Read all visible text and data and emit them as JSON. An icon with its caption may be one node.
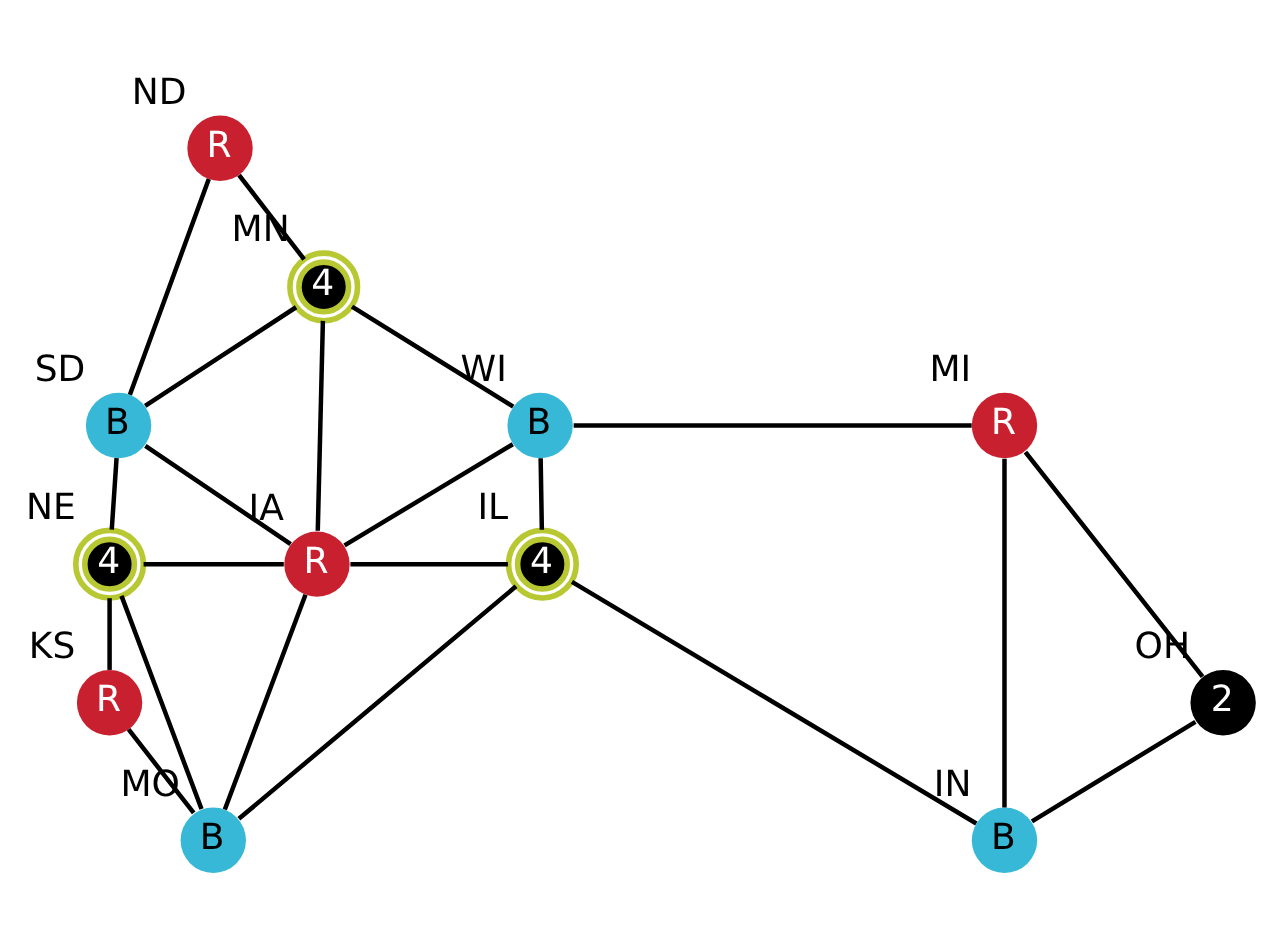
{
  "diagram": {
    "nodes": [
      {
        "text": [
          "R"
        ],
        "beside": [
          "ND"
        ]
      },
      {
        "text": [
          "4"
        ],
        "beside": [
          "MN"
        ]
      },
      {
        "text": [
          "B"
        ],
        "beside": [
          "SD"
        ]
      },
      {
        "text": [
          "B"
        ],
        "beside": [
          "WI"
        ]
      },
      {
        "text": [
          "R"
        ],
        "beside": [
          "MI"
        ]
      },
      {
        "text": [
          "R"
        ],
        "beside": [
          "IA"
        ]
      },
      {
        "text": [
          "2"
        ],
        "beside": [
          "OH"
        ]
      },
      {
        "text": [
          "4"
        ],
        "beside": [
          "NE"
        ]
      },
      {
        "text": [
          "4"
        ],
        "beside": [
          "IL"
        ]
      },
      {
        "text": [
          "B"
        ],
        "beside": [
          "MO"
        ]
      },
      {
        "text": [
          "B"
        ],
        "beside": [
          "IN"
        ]
      },
      {
        "text": [
          "R"
        ],
        "beside": [
          "KS"
        ]
      }
    ],
    "edges": [
      {
        "from": 0,
        "to": 1,
        "arrow": "none"
      },
      {
        "from": 0,
        "to": 2,
        "arrow": "none"
      },
      {
        "from": 1,
        "to": 2,
        "arrow": "none"
      },
      {
        "from": 1,
        "to": 5,
        "arrow": "none"
      },
      {
        "from": 1,
        "to": 3,
        "arrow": "none"
      },
      {
        "from": 2,
        "to": 5,
        "arrow": "none"
      },
      {
        "from": 2,
        "to": 7,
        "arrow": "none"
      },
      {
        "from": 7,
        "to": 11,
        "arrow": "none"
      },
      {
        "from": 7,
        "to": 5,
        "arrow": "none"
      },
      {
        "from": 7,
        "to": 9,
        "arrow": "none"
      },
      {
        "from": 11,
        "to": 9,
        "arrow": "none"
      },
      {
        "from": 5,
        "to": 9,
        "arrow": "none"
      },
      {
        "from": 5,
        "to": 3,
        "arrow": "none"
      },
      {
        "from": 5,
        "to": 8,
        "arrow": "none"
      },
      {
        "from": 9,
        "to": 8,
        "arrow": "none"
      },
      {
        "from": 3,
        "to": 8,
        "arrow": "none"
      },
      {
        "from": 3,
        "to": 4,
        "arrow": "none"
      },
      {
        "from": 8,
        "to": 10,
        "arrow": "none"
      },
      {
        "from": 4,
        "to": 10,
        "arrow": "none"
      },
      {
        "from": 4,
        "to": 6,
        "arrow": "none"
      },
      {
        "from": 6,
        "to": 10,
        "arrow": "none"
      }
    ]
  }
}
